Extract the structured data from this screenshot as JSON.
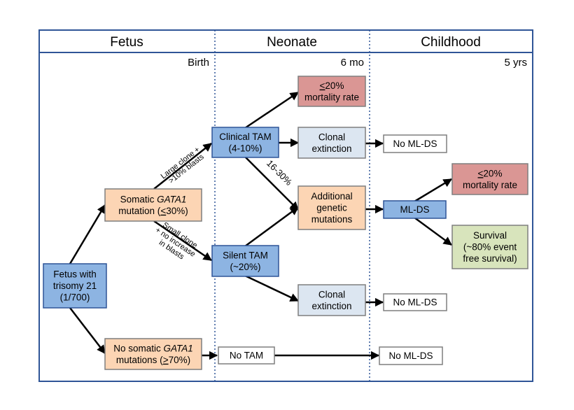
{
  "headers": {
    "fetus": "Fetus",
    "neonate": "Neonate",
    "childhood": "Childhood"
  },
  "time_marks": {
    "birth": "Birth",
    "six_mo": "6 mo",
    "five_yrs": "5 yrs"
  },
  "colors": {
    "frame": "#2f5597",
    "blue_fill": "#8db4e2",
    "blue_stroke": "#2f5597",
    "orange_fill": "#fcd5b4",
    "orange_stroke": "#7f7f7f",
    "red_fill": "#da9694",
    "red_stroke": "#7f7f7f",
    "lightblue_fill": "#dce6f1",
    "lightblue_stroke": "#7f7f7f",
    "green_fill": "#d8e4bc",
    "green_stroke": "#7f7f7f",
    "white_fill": "#ffffff",
    "white_stroke": "#7f7f7f"
  },
  "nodes": {
    "fetus_trisomy": {
      "lines": [
        [
          "Fetus with"
        ],
        [
          "trisomy 21"
        ],
        [
          "(1/700)"
        ]
      ]
    },
    "somatic_gata1": {
      "lines": [
        [
          "Somatic ",
          {
            "i": "GATA1"
          }
        ],
        [
          "mutation (",
          {
            "u": "<"
          },
          "30%)"
        ]
      ]
    },
    "no_somatic_gata1": {
      "lines": [
        [
          "No somatic ",
          {
            "i": "GATA1"
          }
        ],
        [
          "mutations (",
          {
            "u": ">"
          },
          "70%)"
        ]
      ]
    },
    "clinical_tam": {
      "lines": [
        [
          "Clinical  TAM"
        ],
        [
          "(4-10%)"
        ]
      ]
    },
    "silent_tam": {
      "lines": [
        [
          "Silent TAM"
        ],
        [
          "(~20%)"
        ]
      ]
    },
    "no_tam": {
      "lines": [
        [
          "No TAM"
        ]
      ]
    },
    "mortality_neonate": {
      "lines": [
        [
          {
            "u": "<"
          },
          "20%"
        ],
        [
          "mortality rate"
        ]
      ]
    },
    "clonal_ext_1": {
      "lines": [
        [
          "Clonal"
        ],
        [
          "extinction"
        ]
      ]
    },
    "additional_mut": {
      "lines": [
        [
          "Additional"
        ],
        [
          "genetic"
        ],
        [
          "mutations"
        ]
      ]
    },
    "clonal_ext_2": {
      "lines": [
        [
          "Clonal"
        ],
        [
          "extinction"
        ]
      ]
    },
    "no_mlds_1": {
      "lines": [
        [
          "No ML-DS"
        ]
      ]
    },
    "mlds": {
      "lines": [
        [
          "ML-DS"
        ]
      ]
    },
    "no_mlds_2": {
      "lines": [
        [
          "No ML-DS"
        ]
      ]
    },
    "no_mlds_3": {
      "lines": [
        [
          "No ML-DS"
        ]
      ]
    },
    "mortality_child": {
      "lines": [
        [
          {
            "u": "<"
          },
          "20%"
        ],
        [
          "mortality rate"
        ]
      ]
    },
    "survival": {
      "lines": [
        [
          "Survival"
        ],
        [
          "(~80% event"
        ],
        [
          "free survival)"
        ]
      ]
    }
  },
  "edge_labels": {
    "large_clone": [
      "Large clone +",
      ">10% blasts"
    ],
    "small_clone": [
      "Small clone",
      "+ no increase",
      "in blasts"
    ],
    "pct_16_30": "16-30%"
  }
}
